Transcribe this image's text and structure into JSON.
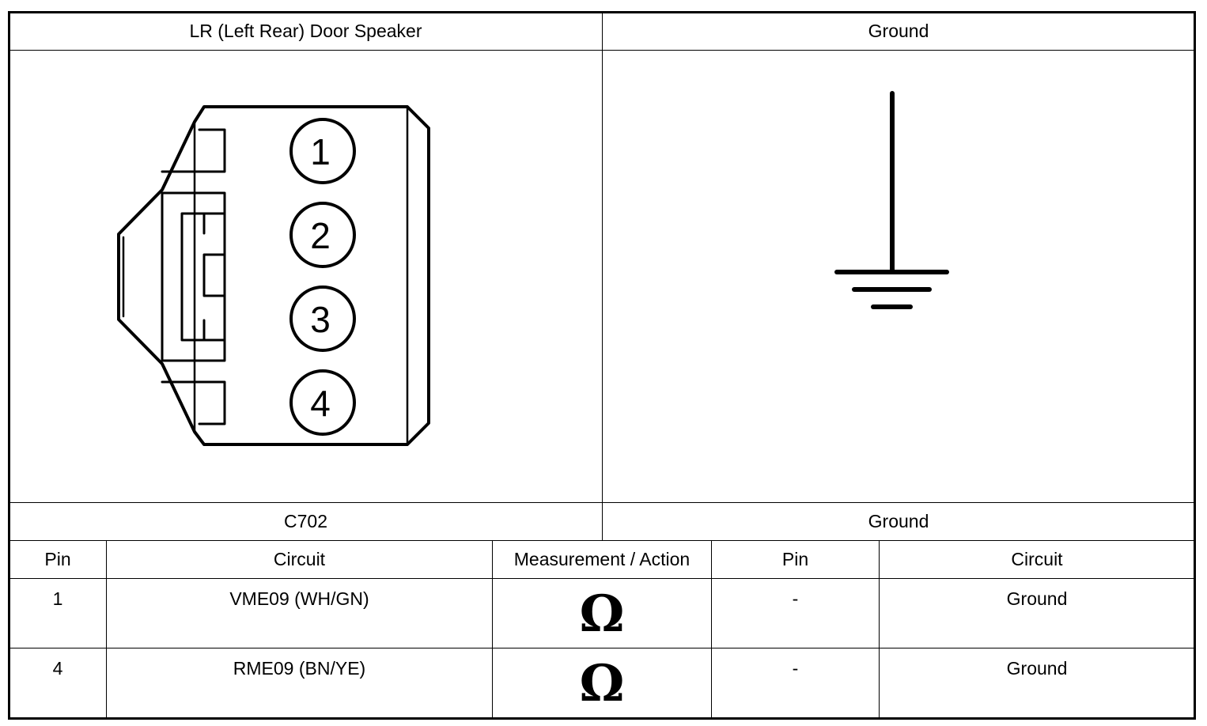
{
  "headers": {
    "left": "LR (Left Rear) Door Speaker",
    "right": "Ground"
  },
  "connector": {
    "id": "C702",
    "pins": [
      "1",
      "2",
      "3",
      "4"
    ]
  },
  "ground_label": "Ground",
  "table": {
    "columns": [
      "Pin",
      "Circuit",
      "Measurement / Action",
      "Pin",
      "Circuit"
    ],
    "rows": [
      {
        "pin": "1",
        "circuit": "VME09 (WH/GN)",
        "measurement": "Ω",
        "pin2": "-",
        "circuit2": "Ground"
      },
      {
        "pin": "4",
        "circuit": "RME09 (BN/YE)",
        "measurement": "Ω",
        "pin2": "-",
        "circuit2": "Ground"
      }
    ]
  }
}
